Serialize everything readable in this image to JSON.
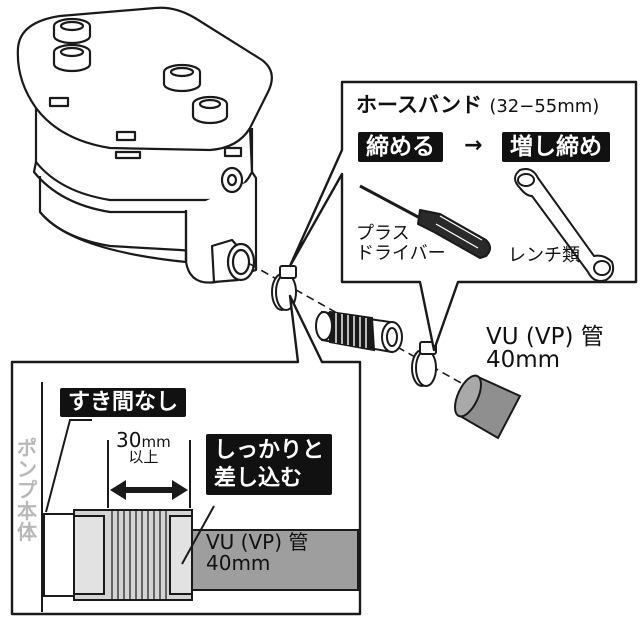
{
  "hose_band_box": {
    "title": "ホースバンド",
    "size_range": "(32−55mm)",
    "step_tighten": "締める",
    "arrow": "→",
    "step_retighten": "増し締め",
    "screwdriver_label_line1": "プラス",
    "screwdriver_label_line2": "ドライバー",
    "wrench_label": "レンチ類"
  },
  "pipe_label": {
    "line1": "VU (VP) 管",
    "line2": "40mm"
  },
  "detail_box": {
    "no_gap_label": "すき間なし",
    "pump_body_label": "ポンプ本体",
    "insert_depth_value": "30",
    "insert_depth_unit": "mm",
    "insert_depth_suffix": "以上",
    "insert_firmly_line1": "しっかりと",
    "insert_firmly_line2": "差し込む",
    "pipe_line1": "VU (VP) 管",
    "pipe_line2": "40mm"
  },
  "colors": {
    "outline": "#1a1a1a",
    "pump_body_label": "#b8b8b8",
    "pipe_fill": "#9e9e9e",
    "coupling_fill": "#cfcfcf",
    "chip_bg": "#111111"
  }
}
